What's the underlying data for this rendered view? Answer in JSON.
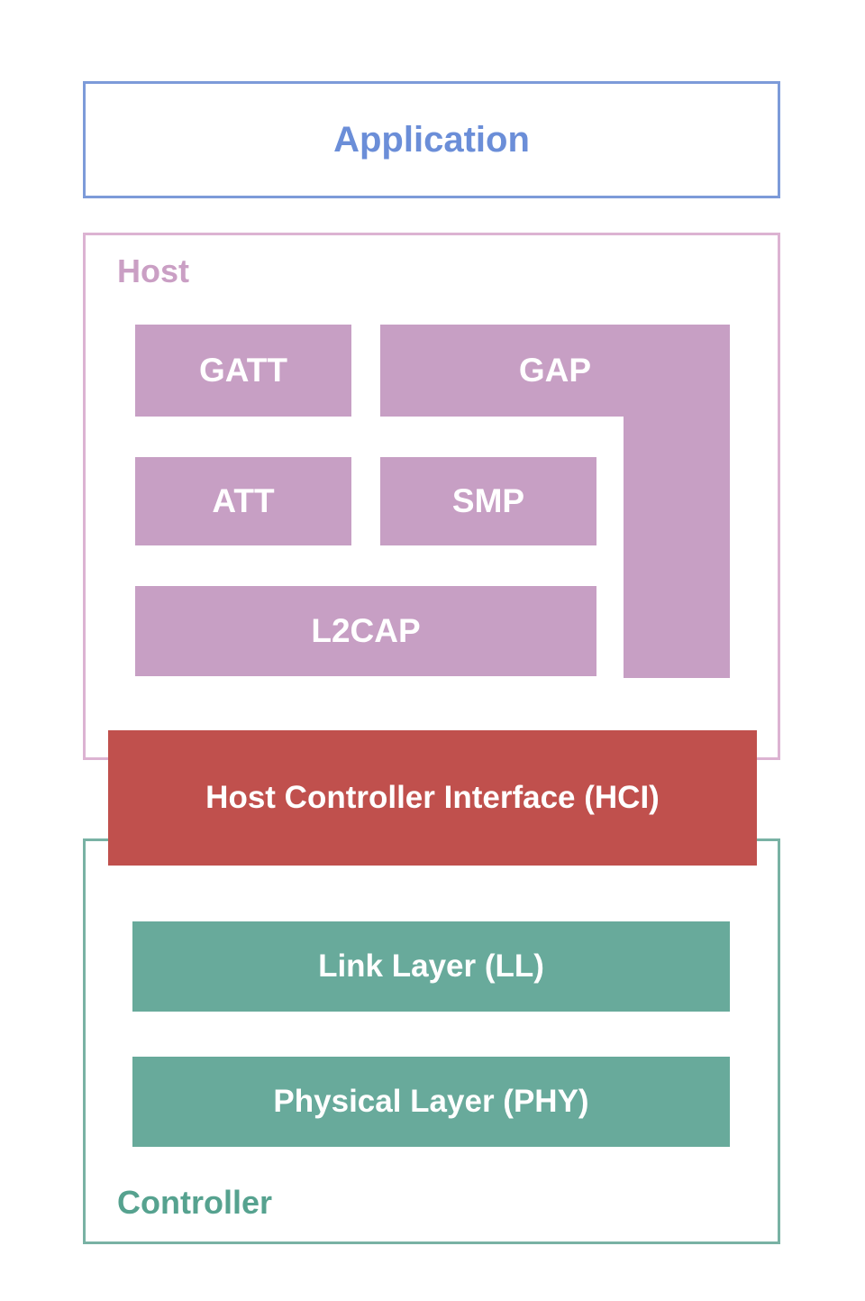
{
  "application": {
    "label": "Application"
  },
  "host": {
    "label": "Host",
    "gatt": "GATT",
    "gap": "GAP",
    "att": "ATT",
    "smp": "SMP",
    "l2cap": "L2CAP"
  },
  "hci": {
    "label": "Host Controller Interface (HCI)"
  },
  "controller": {
    "label": "Controller",
    "link_layer": "Link Layer (LL)",
    "phy": "Physical Layer (PHY)"
  },
  "colors": {
    "application_border": "#7d9bd9",
    "application_text": "#6b8ed8",
    "host_border": "#dcb3d2",
    "host_text": "#ca9fc4",
    "host_fill": "#c79fc4",
    "hci_fill": "#c0504d",
    "controller_border": "#79b2a4",
    "controller_fill": "#68aa9b",
    "controller_text": "#56a28f"
  }
}
